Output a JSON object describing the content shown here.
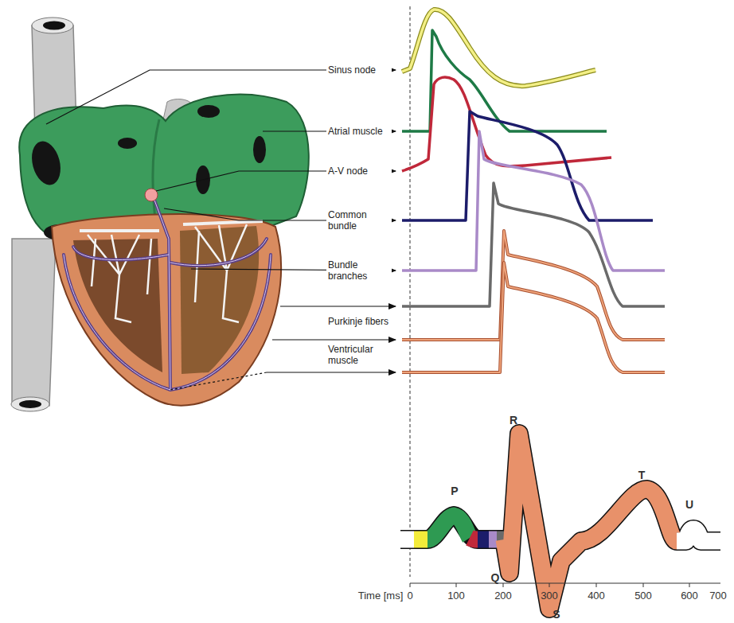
{
  "diagram": {
    "labels": [
      "Sinus node",
      "Atrial muscle",
      "A-V node",
      "Common bundle",
      "Bundle branches",
      "Purkinje fibers",
      "Ventricular muscle",
      "P",
      "R",
      "T",
      "U",
      "Q",
      "S",
      "Time [ms]",
      "0",
      "100",
      "200",
      "300",
      "400",
      "500",
      "600",
      "700"
    ]
  }
}
